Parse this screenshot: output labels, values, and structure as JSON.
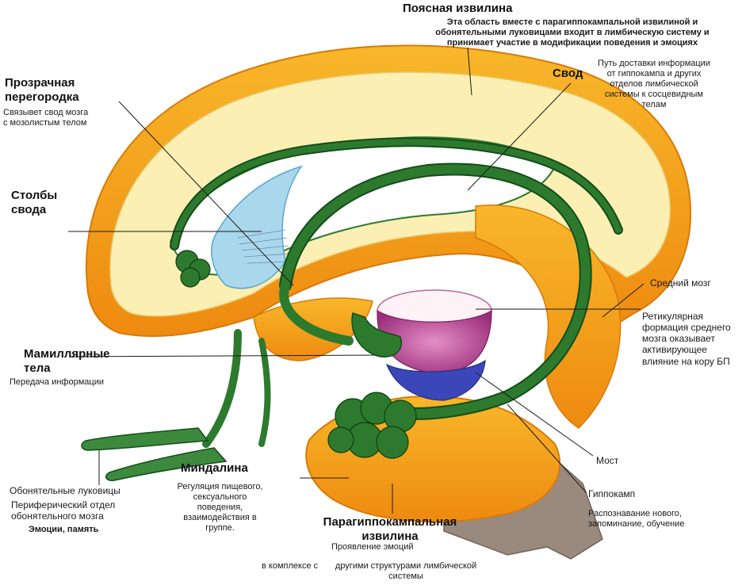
{
  "labels": {
    "cingulate": {
      "title": "Поясная извилина",
      "desc": "Эта область вместе с парагиппокампальной извилиной и обонятельными луковицами входит в лимбическую систему и принимает участие в модификации поведения и эмоциях"
    },
    "fornix": {
      "title": "Свод",
      "desc": "Путь доставки информации от гиппокампа и других отделов лимбической системы к сосцевидным телам"
    },
    "septum": {
      "title": "Прозрачная перегородка",
      "desc": "Связывет свод мозга с мозолистым телом"
    },
    "fornix_columns": {
      "title": "Столбы свода"
    },
    "mamillary": {
      "title": "Мамиллярные тела",
      "desc": "Передача информации"
    },
    "olfactory": {
      "title": "Обонятельные луковицы",
      "desc1": "Периферический отдел обонятельного мозга",
      "desc2": "Эмоции, память"
    },
    "amygdala": {
      "title": "Миндалина",
      "desc": "Регуляция пищевого, сексуального поведения, взаимодействия в группе."
    },
    "parahippocampal": {
      "title": "Парагиппокампальная извилина",
      "desc1": "Проявление эмоций",
      "desc2": "в комплексе с",
      "desc3": "другими структурами лимбической системы"
    },
    "midbrain": {
      "title": "Средний мозг"
    },
    "reticular": {
      "desc": "Ретикулярная формация среднего мозга оказывает активирующее влияние на кору БП"
    },
    "pons": {
      "title": "Мост"
    },
    "hippocampus": {
      "title": "Гиппокамп",
      "desc": "Распознавание нового, запоминание, обучение"
    }
  },
  "colors": {
    "cortex_outer": "#f4a31a",
    "cortex_inner": "#fcefb4",
    "fornix_green": "#2d7a2e",
    "fornix_dark": "#134d18",
    "septum_blue": "#a9d7ec",
    "midbrain_pink": "#c85aa0",
    "midbrain_blue": "#3b47b8",
    "brainstem": "#9a8a7e",
    "leader_line": "#1a1a1a"
  }
}
